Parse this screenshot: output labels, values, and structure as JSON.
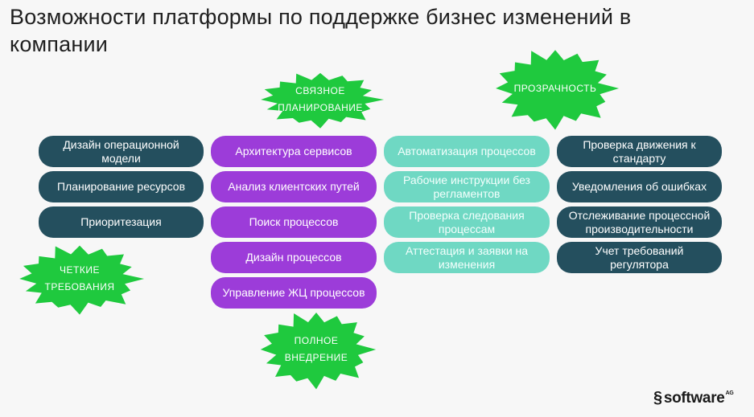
{
  "title": "Возможности платформы по поддержке бизнес изменений в компании",
  "colors": {
    "dark": "#244f5e",
    "purple": "#9c3cd9",
    "teal": "#6fd8c3",
    "burst": "#1fc93e"
  },
  "bursts": {
    "planning": "СВЯЗНОЕ ПЛАНИРОВАНИЕ",
    "transparency": "ПРОЗРАЧНОСТЬ",
    "requirements": "ЧЕТКИЕ ТРЕБОВАНИЯ",
    "implementation": "ПОЛНОЕ ВНЕДРЕНИЕ"
  },
  "col1": [
    "Дизайн операционной модели",
    "Планирование ресурсов",
    "Приоритезация"
  ],
  "col2": [
    "Архитектура сервисов",
    "Анализ клиентских путей",
    "Поиск процессов",
    "Дизайн процессов",
    "Управление ЖЦ процессов"
  ],
  "col3": [
    "Автоматизация процессов",
    "Рабочие инструкции без регламентов",
    "Проверка следования процессам",
    "Аттестация и заявки на изменения"
  ],
  "col4": [
    "Проверка движения к стандарту",
    "Уведомления об ошибках",
    "Отслеживание процессной производительности",
    "Учет требований регулятора"
  ],
  "logo": {
    "brand": "software",
    "suffix": "AG"
  }
}
